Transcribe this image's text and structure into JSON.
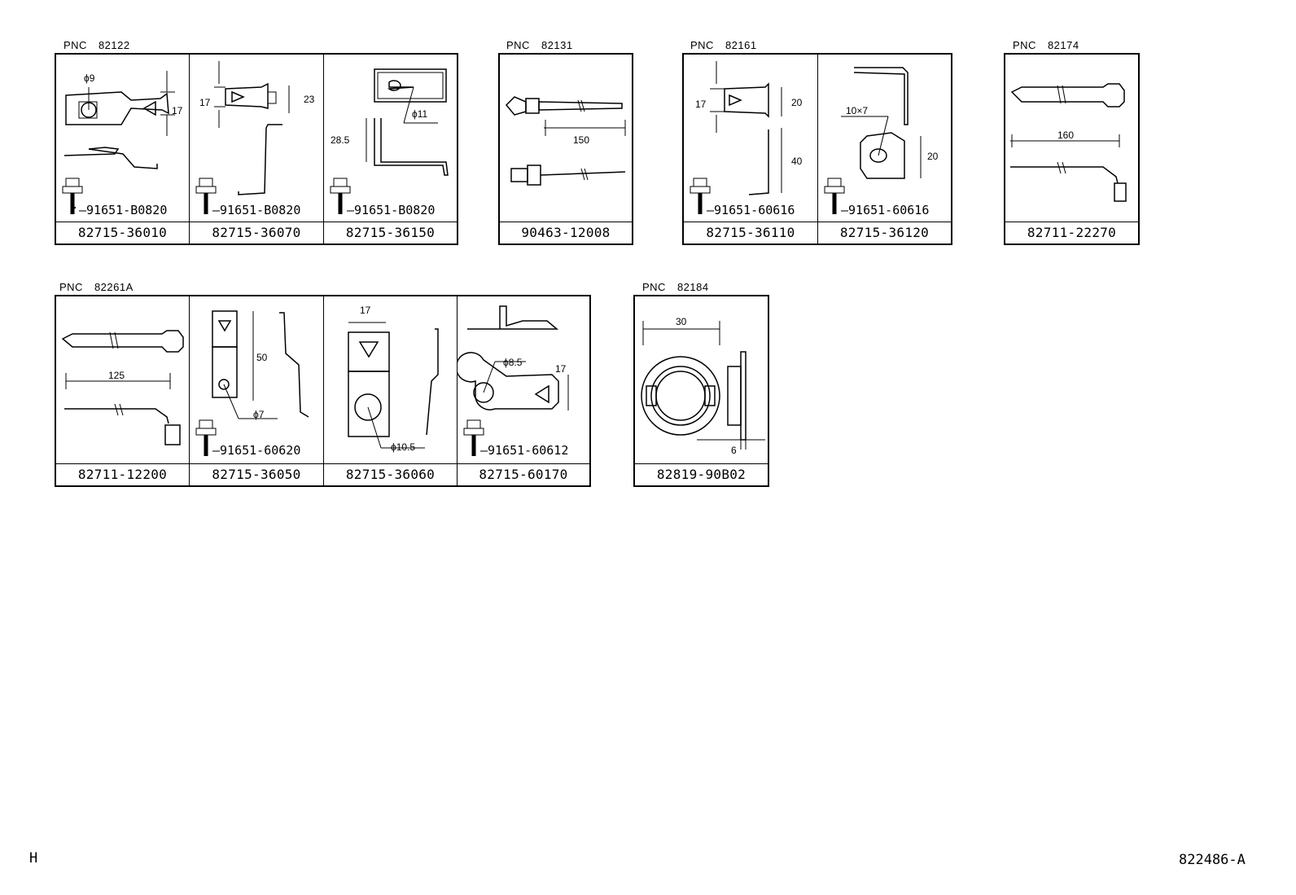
{
  "groups": [
    {
      "pnc_label": "PNC",
      "pnc": "82122",
      "cells": [
        {
          "part": "82715-36010",
          "bolt": "91651-B0820",
          "dims": [
            "ϕ9",
            "17"
          ]
        },
        {
          "part": "82715-36070",
          "bolt": "91651-B0820",
          "dims": [
            "17",
            "23"
          ]
        },
        {
          "part": "82715-36150",
          "bolt": "91651-B0820",
          "dims": [
            "ϕ11",
            "28.5"
          ]
        }
      ]
    },
    {
      "pnc_label": "PNC",
      "pnc": "82131",
      "cells": [
        {
          "part": "90463-12008",
          "dims": [
            "150"
          ]
        }
      ]
    },
    {
      "pnc_label": "PNC",
      "pnc": "82161",
      "cells": [
        {
          "part": "82715-36110",
          "bolt": "91651-60616",
          "dims": [
            "17",
            "20",
            "40"
          ]
        },
        {
          "part": "82715-36120",
          "bolt": "91651-60616",
          "dims": [
            "10×7",
            "20"
          ]
        }
      ]
    },
    {
      "pnc_label": "PNC",
      "pnc": "82174",
      "cells": [
        {
          "part": "82711-22270",
          "dims": [
            "160"
          ]
        }
      ]
    },
    {
      "pnc_label": "PNC",
      "pnc": "82261A",
      "cells": [
        {
          "part": "82711-12200",
          "dims": [
            "125"
          ]
        },
        {
          "part": "82715-36050",
          "bolt": "91651-60620",
          "dims": [
            "50",
            "ϕ7"
          ]
        },
        {
          "part": "82715-36060",
          "dims": [
            "17",
            "ϕ10.5"
          ]
        },
        {
          "part": "82715-60170",
          "bolt": "91651-60612",
          "dims": [
            "ϕ8.5",
            "17"
          ]
        }
      ]
    },
    {
      "pnc_label": "PNC",
      "pnc": "82184",
      "cells": [
        {
          "part": "82819-90B02",
          "dims": [
            "30",
            "6"
          ]
        }
      ]
    }
  ],
  "footer": {
    "left": "H",
    "right": "822486-A"
  }
}
